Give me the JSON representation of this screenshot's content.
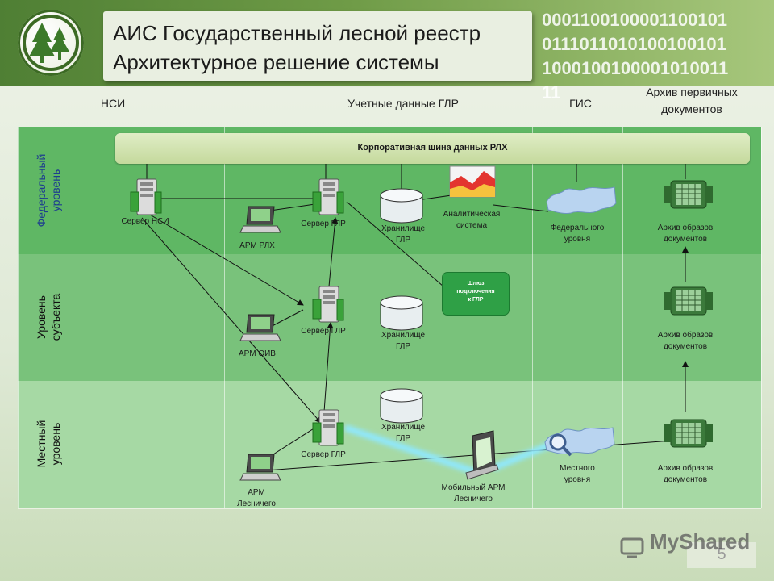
{
  "header": {
    "title_line1": "АИС Государственный лесной реестр",
    "title_line2": "Архитектурное решение системы",
    "binary": [
      "0001100100001100101",
      "0111011010100100101",
      "1000100100001010011",
      "11"
    ]
  },
  "columns": {
    "nsi": "НСИ",
    "accounting": "Учетные данные ГЛР",
    "gis": "ГИС",
    "archive_line1": "Архив первичных",
    "archive_line2": "документов"
  },
  "rows": {
    "federal_line1": "Федеральный",
    "federal_line2": "уровень",
    "subject_line1": "Уровень",
    "subject_line2": "субъекта",
    "local_line1": "Местный",
    "local_line2": "уровень"
  },
  "bus": {
    "label": "Корпоративная шина данных РЛХ"
  },
  "nodes": {
    "server_nsi": "Сервер НСИ",
    "server_glr_fed": "Сервер ГЛР",
    "arm_rlh": "АРМ  РЛХ",
    "storage_fed_1": "Хранилище",
    "storage_fed_2": "ГЛР",
    "analytics_1": "Аналитическая",
    "analytics_2": "система",
    "gis_fed_1": "Федерального",
    "gis_fed_2": "уровня",
    "archive_fed_1": "Архив образов",
    "archive_fed_2": "документов",
    "gateway": "Шлюз\nподключения\nк ГЛР",
    "server_glr_sub": "Сервер ГЛР",
    "arm_oiv": "АРМ  ОИВ",
    "storage_sub_1": "Хранилище",
    "storage_sub_2": "ГЛР",
    "archive_sub_1": "Архив образов",
    "archive_sub_2": "документов",
    "server_glr_loc": "Сервер ГЛР",
    "storage_loc_1": "Хранилище",
    "storage_loc_2": "ГЛР",
    "arm_forester_1": "АРМ",
    "arm_forester_2": "Лесничего",
    "mobile_arm_1": "Мобильный АРМ",
    "mobile_arm_2": "Лесничего",
    "gis_loc_1": "Местного",
    "gis_loc_2": "уровня",
    "archive_loc_1": "Архив образов",
    "archive_loc_2": "документов"
  },
  "watermark": "MyShared",
  "page_number": "5",
  "colors": {
    "federal_band": "#5fb764",
    "subject_band": "#79c27b",
    "local_band": "#a6d9a4",
    "header_green": "#4f7f34",
    "gateway": "#2fa046"
  }
}
